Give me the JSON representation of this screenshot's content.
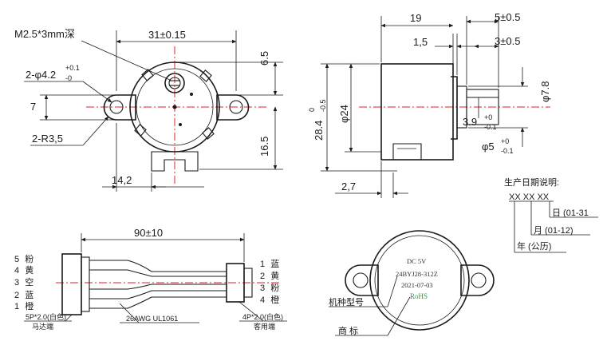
{
  "front_view": {
    "screw_label": "M2.5*3mm深",
    "width_dim": "31±0.15",
    "hole_label_main": "2-φ4.2",
    "hole_tol_upper": "+0.1",
    "hole_tol_lower": "-0",
    "radius_label": "2-R3,5",
    "left_dim": "7",
    "top_right_dim": "6.5",
    "right_dim": "16.5",
    "bottom_dim": "14,2"
  },
  "side_view": {
    "length_dim": "19",
    "shaft_len_dim": "5±0.5",
    "flange_dim": "1,5",
    "flat_dim": "3±0.5",
    "height_main": "28.4",
    "height_tol_upper": "0",
    "height_tol_lower": "-0.5",
    "body_dia": "φ24",
    "hub_dia": "φ7.8",
    "shaft_flat_main": "3.9",
    "shaft_flat_upper": "+0",
    "shaft_flat_lower": "-0.1",
    "shaft_dia_main": "φ5",
    "shaft_dia_upper": "+0",
    "shaft_dia_lower": "-0.1",
    "bottom_dim": "2,7"
  },
  "date_legend": {
    "title": "生产日期说明:",
    "code": "XX XX XX",
    "day": "日 (01-31",
    "month": "月 (01-12)",
    "year": "年 (公历)"
  },
  "cable": {
    "length_dim": "90±10",
    "left_pins": [
      {
        "num": "5",
        "color": "粉"
      },
      {
        "num": "4",
        "color": "黄"
      },
      {
        "num": "3",
        "color": "空"
      },
      {
        "num": "2",
        "color": "蓝"
      },
      {
        "num": "1",
        "color": "橙"
      }
    ],
    "right_pins": [
      {
        "num": "1",
        "color": "蓝"
      },
      {
        "num": "2",
        "color": "黄"
      },
      {
        "num": "3",
        "color": "粉"
      },
      {
        "num": "4",
        "color": "橙"
      }
    ],
    "left_connector_spec": "5P*2.0(白色)",
    "left_connector_name": "马达端",
    "wire_spec": "26AWG UL1061",
    "right_connector_spec": "4P*2.0(白色)",
    "right_connector_name": "客用端"
  },
  "motor_label": {
    "line1": "DC    5V",
    "line2": "24BYJ28-312Z",
    "line3": "2021-07-03",
    "line4": "RoHS",
    "model_callout": "机种型号",
    "brand_callout": "商  标"
  }
}
